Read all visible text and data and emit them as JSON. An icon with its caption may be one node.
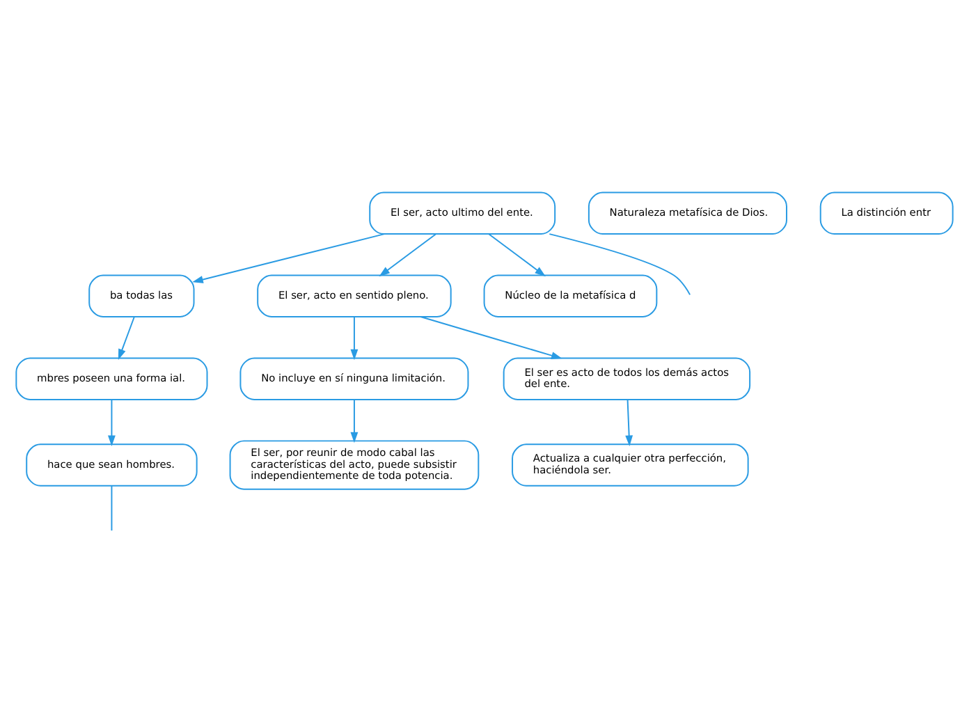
{
  "diagram": {
    "nodes": [
      {
        "text": [
          "El ser, acto ultimo del ente."
        ]
      },
      {
        "text": [
          "ba todas las"
        ]
      },
      {
        "text": [
          "El ser, acto en sentido pleno."
        ]
      },
      {
        "text": [
          "Núcleo de la metafísica d"
        ]
      },
      {
        "text": [
          "mbres poseen una forma ial."
        ]
      },
      {
        "text": [
          "No incluye en sí ninguna limitación."
        ]
      },
      {
        "text": [
          "El ser es acto de todos los demás actos del ente."
        ]
      },
      {
        "text": [
          "Naturaleza metafísica de Dios."
        ]
      },
      {
        "text": [
          "hace que sean hombres."
        ]
      },
      {
        "text": [
          "El ser, por reunir de modo cabal las características del acto, puede subsistir independientemente de toda potencia."
        ]
      },
      {
        "text": [
          "Actualiza a cualquier otra perfección, haciéndola ser."
        ]
      },
      {
        "text": [
          "La distinción entr"
        ]
      }
    ],
    "edges": [
      {
        "from": 0,
        "to": null,
        "arrow": "none"
      },
      {
        "from": 0,
        "to": 1,
        "arrow": "to"
      },
      {
        "from": 0,
        "to": 2,
        "arrow": "to"
      },
      {
        "from": 0,
        "to": 3,
        "arrow": "to"
      },
      {
        "from": 1,
        "to": 4,
        "arrow": "to"
      },
      {
        "from": 2,
        "to": 5,
        "arrow": "to"
      },
      {
        "from": 2,
        "to": 6,
        "arrow": "to"
      },
      {
        "from": 4,
        "to": 8,
        "arrow": "to"
      },
      {
        "from": 8,
        "to": null,
        "arrow": "none"
      },
      {
        "from": 5,
        "to": 9,
        "arrow": "to"
      },
      {
        "from": 6,
        "to": 10,
        "arrow": "to"
      }
    ]
  }
}
